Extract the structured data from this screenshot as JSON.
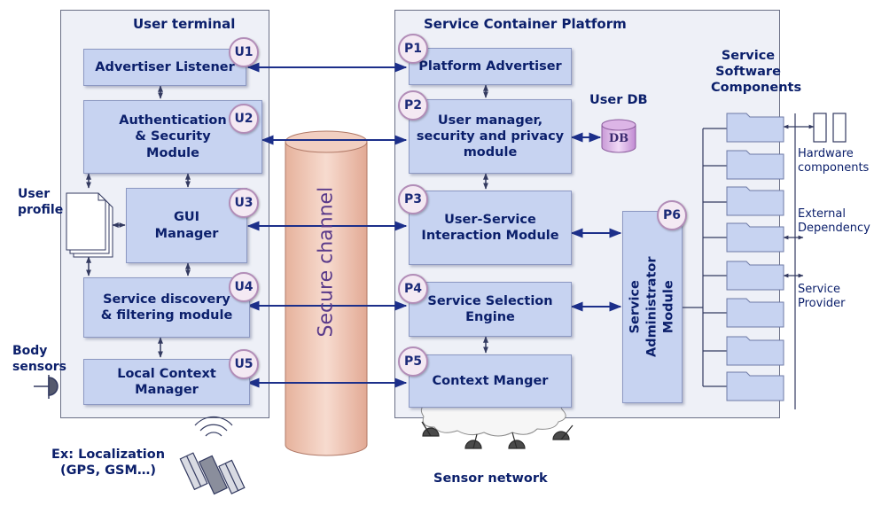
{
  "user_terminal": {
    "title": "User terminal",
    "modules": [
      {
        "badge": "U1",
        "label": "Advertiser Listener"
      },
      {
        "badge": "U2",
        "label": "Authentication\n& Security\nModule"
      },
      {
        "badge": "U3",
        "label": "GUI\nManager"
      },
      {
        "badge": "U4",
        "label": "Service discovery\n& filtering module"
      },
      {
        "badge": "U5",
        "label": "Local Context\nManager"
      }
    ]
  },
  "platform": {
    "title": "Service Container Platform",
    "modules": [
      {
        "badge": "P1",
        "label": "Platform Advertiser"
      },
      {
        "badge": "P2",
        "label": "User manager,\nsecurity and privacy\nmodule"
      },
      {
        "badge": "P3",
        "label": "User-Service\nInteraction Module"
      },
      {
        "badge": "P4",
        "label": "Service Selection\nEngine"
      },
      {
        "badge": "P5",
        "label": "Context Manger"
      },
      {
        "badge": "P6",
        "label": "Service Administrator\nModule"
      }
    ]
  },
  "secure_channel": "Secure channel",
  "user_db": {
    "label": "User DB",
    "cylinder_text": "DB"
  },
  "user_profile": "User\nprofile",
  "body_sensors": "Body\nsensors",
  "localization": "Ex: Localization\n(GPS, GSM…)",
  "sensor_network": "Sensor network",
  "service_software_components": "Service\nSoftware\nComponents",
  "hardware_components": "Hardware\ncomponents",
  "external_dependency": "External\nDependency",
  "service_provider": "Service\nProvider"
}
